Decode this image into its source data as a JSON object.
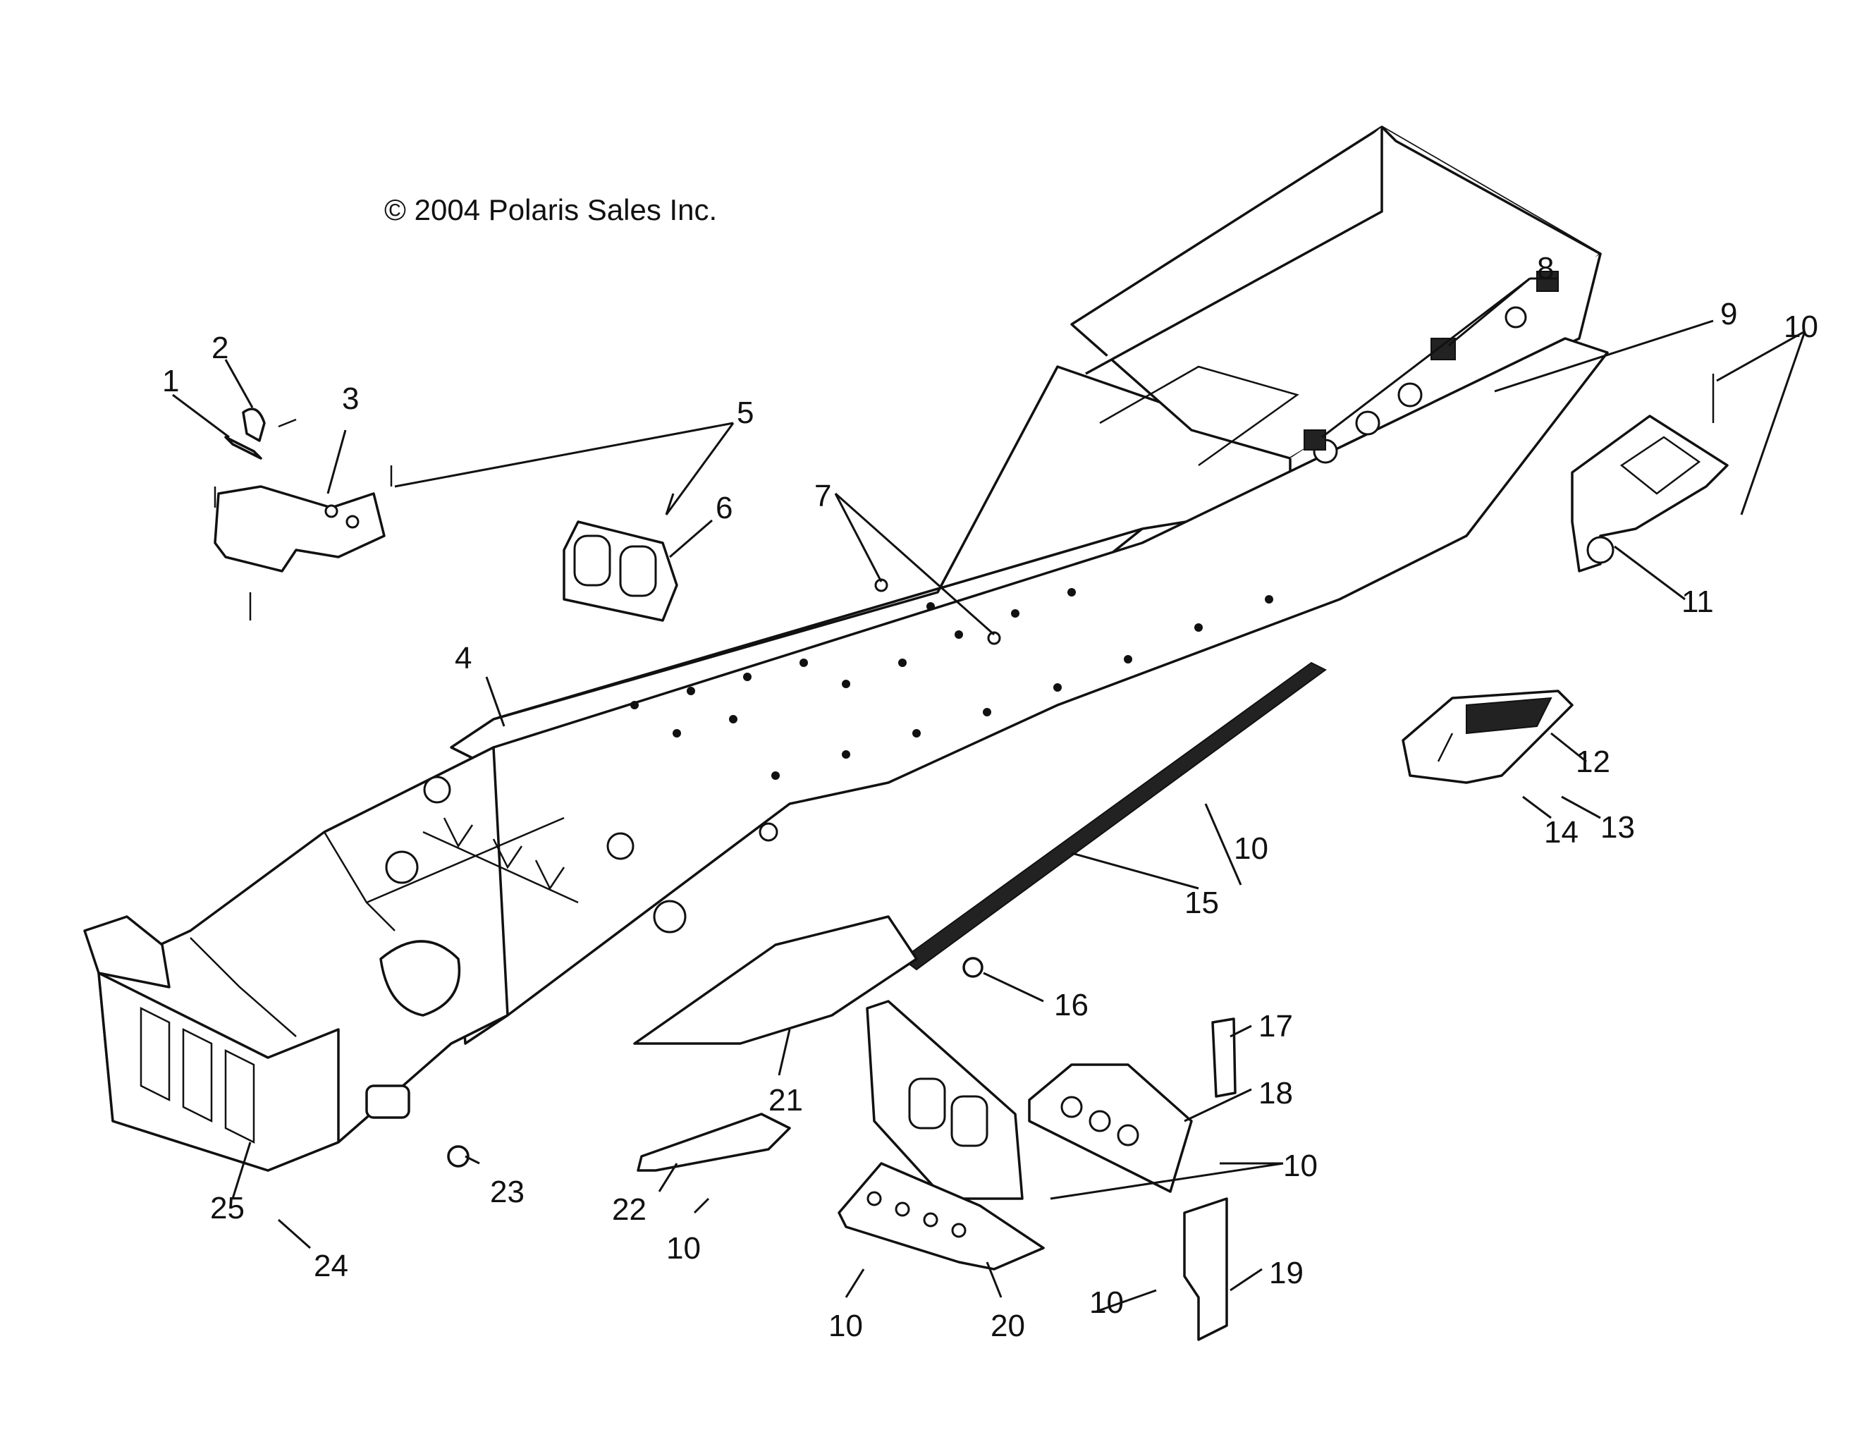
{
  "copyright": "© 2004 Polaris Sales Inc.",
  "callouts": [
    {
      "id": "1",
      "text": "1"
    },
    {
      "id": "2",
      "text": "2"
    },
    {
      "id": "3",
      "text": "3"
    },
    {
      "id": "4",
      "text": "4"
    },
    {
      "id": "5",
      "text": "5"
    },
    {
      "id": "6",
      "text": "6"
    },
    {
      "id": "7",
      "text": "7"
    },
    {
      "id": "8",
      "text": "8"
    },
    {
      "id": "9",
      "text": "9"
    },
    {
      "id": "10a",
      "text": "10"
    },
    {
      "id": "10b",
      "text": "10"
    },
    {
      "id": "10c",
      "text": "10"
    },
    {
      "id": "10d",
      "text": "10"
    },
    {
      "id": "10e",
      "text": "10"
    },
    {
      "id": "10f",
      "text": "10"
    },
    {
      "id": "11",
      "text": "11"
    },
    {
      "id": "12",
      "text": "12"
    },
    {
      "id": "13",
      "text": "13"
    },
    {
      "id": "14",
      "text": "14"
    },
    {
      "id": "15",
      "text": "15"
    },
    {
      "id": "16",
      "text": "16"
    },
    {
      "id": "17",
      "text": "17"
    },
    {
      "id": "18",
      "text": "18"
    },
    {
      "id": "19",
      "text": "19"
    },
    {
      "id": "20",
      "text": "20"
    },
    {
      "id": "21",
      "text": "21"
    },
    {
      "id": "22",
      "text": "22"
    },
    {
      "id": "23",
      "text": "23"
    },
    {
      "id": "24",
      "text": "24"
    },
    {
      "id": "25",
      "text": "25"
    }
  ]
}
